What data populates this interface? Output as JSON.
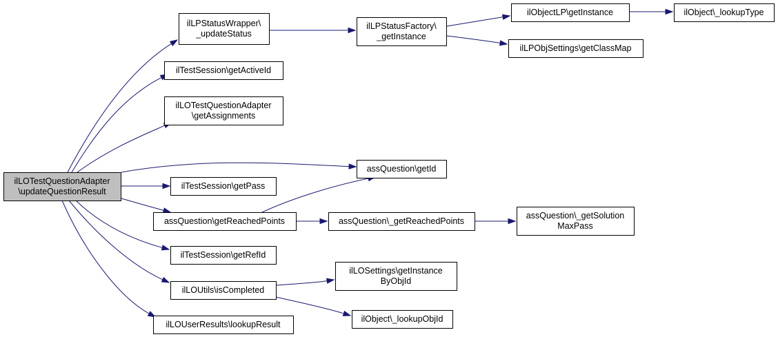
{
  "diagram": {
    "nodes": [
      {
        "id": "root",
        "lines": [
          "ilLOTestQuestionAdapter",
          "\\updateQuestionResult"
        ],
        "root": true
      },
      {
        "id": "n1",
        "lines": [
          "ilLPStatusWrapper\\",
          "_updateStatus"
        ]
      },
      {
        "id": "n2",
        "lines": [
          "ilTestSession\\getActiveId"
        ]
      },
      {
        "id": "n3",
        "lines": [
          "ilLOTestQuestionAdapter",
          "\\getAssignments"
        ]
      },
      {
        "id": "n4",
        "lines": [
          "assQuestion\\getId"
        ]
      },
      {
        "id": "n5",
        "lines": [
          "ilTestSession\\getPass"
        ]
      },
      {
        "id": "n6",
        "lines": [
          "assQuestion\\getReachedPoints"
        ]
      },
      {
        "id": "n7",
        "lines": [
          "ilTestSession\\getRefId"
        ]
      },
      {
        "id": "n8",
        "lines": [
          "ilLOUtils\\isCompleted"
        ]
      },
      {
        "id": "n9",
        "lines": [
          "ilLOUserResults\\lookupResult"
        ]
      },
      {
        "id": "n10",
        "lines": [
          "ilLPStatusFactory\\",
          "_getInstance"
        ]
      },
      {
        "id": "n11",
        "lines": [
          "assQuestion\\_getReachedPoints"
        ]
      },
      {
        "id": "n12",
        "lines": [
          "ilLOSettings\\getInstance",
          "ByObjId"
        ]
      },
      {
        "id": "n13",
        "lines": [
          "ilObject\\_lookupObjId"
        ]
      },
      {
        "id": "n14",
        "lines": [
          "ilObjectLP\\getInstance"
        ]
      },
      {
        "id": "n15",
        "lines": [
          "ilLPObjSettings\\getClassMap"
        ]
      },
      {
        "id": "n16",
        "lines": [
          "assQuestion\\_getSolution",
          "MaxPass"
        ]
      },
      {
        "id": "n17",
        "lines": [
          "ilObject\\_lookupType"
        ]
      }
    ],
    "edges": [
      {
        "from": "root",
        "to": "n1"
      },
      {
        "from": "root",
        "to": "n2"
      },
      {
        "from": "root",
        "to": "n3"
      },
      {
        "from": "root",
        "to": "n4"
      },
      {
        "from": "root",
        "to": "n5"
      },
      {
        "from": "root",
        "to": "n6"
      },
      {
        "from": "root",
        "to": "n7"
      },
      {
        "from": "root",
        "to": "n8"
      },
      {
        "from": "root",
        "to": "n9"
      },
      {
        "from": "n1",
        "to": "n10"
      },
      {
        "from": "n10",
        "to": "n14"
      },
      {
        "from": "n10",
        "to": "n15"
      },
      {
        "from": "n14",
        "to": "n17"
      },
      {
        "from": "n6",
        "to": "n4"
      },
      {
        "from": "n6",
        "to": "n11"
      },
      {
        "from": "n11",
        "to": "n16"
      },
      {
        "from": "n8",
        "to": "n12"
      },
      {
        "from": "n8",
        "to": "n13"
      }
    ],
    "colors": {
      "edge": "#191970",
      "root_fill": "#bfbfbf",
      "node_fill": "#ffffff",
      "border": "#000000"
    }
  }
}
